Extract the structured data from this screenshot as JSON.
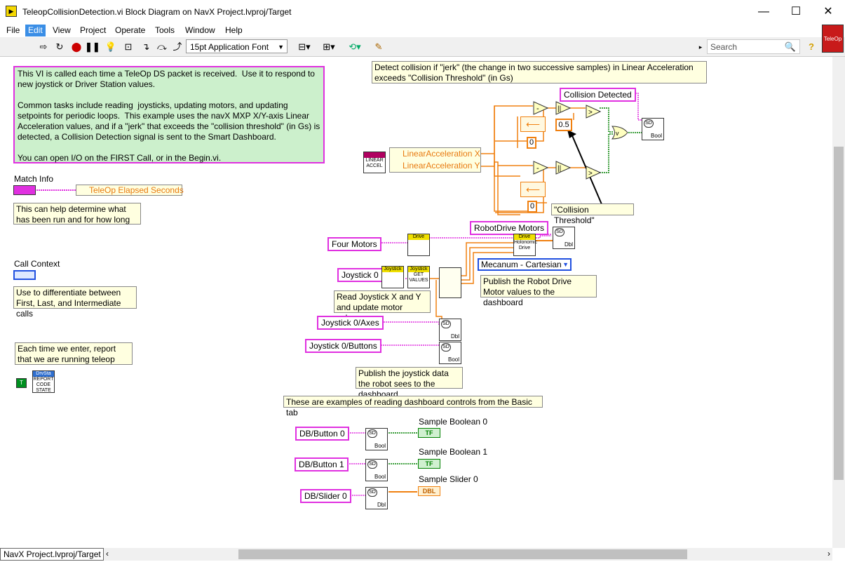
{
  "window": {
    "title": "TeleopCollisionDetection.vi Block Diagram on NavX Project.lvproj/Target",
    "minimize": "—",
    "maximize": "☐",
    "close": "✕"
  },
  "menu": [
    "File",
    "Edit",
    "View",
    "Project",
    "Operate",
    "Tools",
    "Window",
    "Help"
  ],
  "menu_active_index": 1,
  "toolbar": {
    "font": "15pt Application Font",
    "search_placeholder": "Search",
    "logo_text": "TeleOp"
  },
  "notes": {
    "intro": "This VI is called each time a TeleOp DS packet is received.  Use it to respond to new joystick or Driver Station values.\n\nCommon tasks include reading  joysticks, updating motors, and updating setpoints for periodic loops.  This example uses the navX MXP X/Y-axis Linear Acceleration values, and if a \"jerk\" that exceeds the \"collision threshold\" (in Gs) is detected, a Collision Detection signal is sent to the Smart Dashboard.\n\nYou can open I/O on the FIRST Call, or in the Begin.vi.",
    "collision": "Detect collision if \"jerk\" (the change in two successive samples) in Linear Acceleration exceeds \"Collision Threshold\" (in Gs)",
    "match_help": "This can help determine what has been run and for how long",
    "call_help": "Use to differentiate between First, Last, and Intermediate calls",
    "report": "Each time we enter, report that we are running teleop",
    "read_joystick": "Read Joystick X and Y and update motor values",
    "publish_drive": "Publish the Robot Drive Motor values to the dashboard",
    "publish_joystick": "Publish the joystick data the robot sees to the dashboard",
    "examples": "These are examples of reading dashboard controls from the Basic tab"
  },
  "labels": {
    "match_info": "Match Info",
    "teleop_elapsed": "TeleOp Elapsed Seconds",
    "call_context": "Call Context",
    "lin_x": "LinearAcceleration X",
    "lin_y": "LinearAcceleration Y",
    "collision_detected": "Collision Detected",
    "collision_threshold": "\"Collision Threshold\"",
    "threshold_value": "0.5",
    "zero": "0",
    "robotdrive_motors": "RobotDrive Motors",
    "four_motors": "Four Motors",
    "joystick0": "Joystick 0",
    "mecanum": "Mecanum - Cartesian",
    "joystick_axes": "Joystick 0/Axes",
    "joystick_buttons": "Joystick 0/Buttons",
    "db_button0": "DB/Button 0",
    "db_button1": "DB/Button 1",
    "db_slider0": "DB/Slider 0",
    "sample_bool0": "Sample Boolean 0",
    "sample_bool1": "Sample Boolean 1",
    "sample_slider0": "Sample Slider 0"
  },
  "nodes": {
    "sd": "SD",
    "bool": "Bool",
    "dbl": "Dbl",
    "drive": "Drive",
    "holonomic": "Holonomic Drive",
    "joystick": "Joystick",
    "get_values": "GET VALUES",
    "drvsta": "DrvSta",
    "report_code_state": "REPORT CODE STATE",
    "linear_accel": "LINEAR ACCEL",
    "tf": "TF",
    "dbl_ind": "DBL"
  },
  "status": {
    "target_tab": "NavX Project.lvproj/Target"
  },
  "colors": {
    "wire_orange": "#f08010",
    "wire_pink": "#e030e0",
    "wire_green": "#008000",
    "note_green": "#ccf0cc",
    "note_yellow": "#ffffe0",
    "menu_active": "#3a8ee6"
  }
}
